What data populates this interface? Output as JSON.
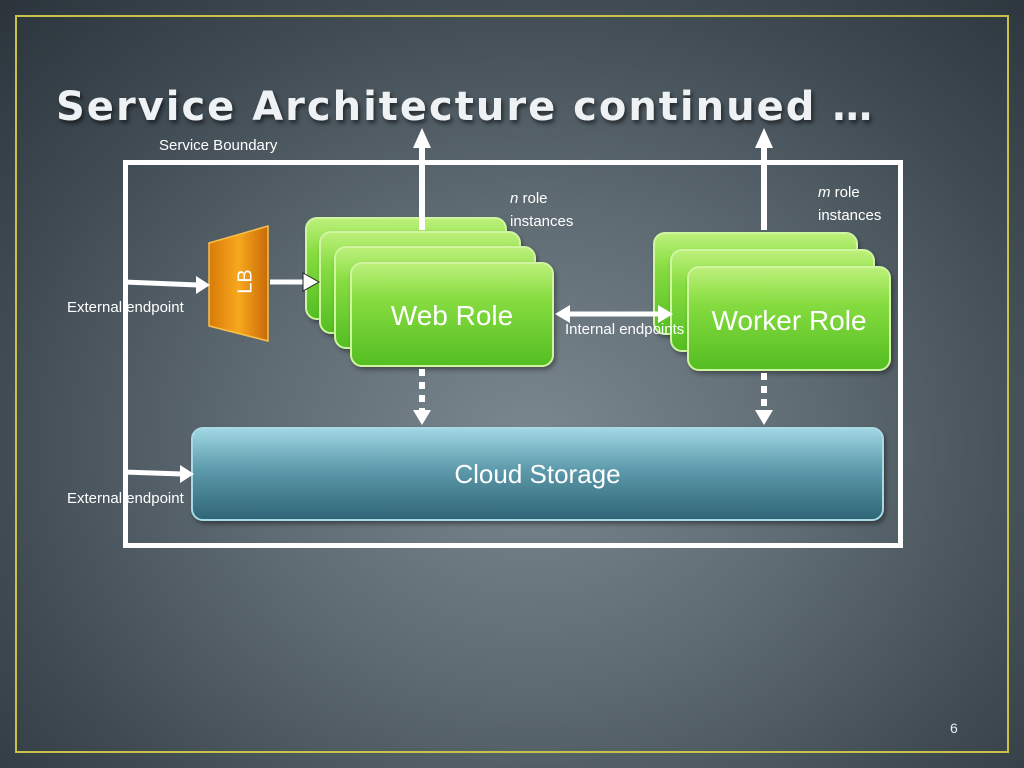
{
  "title": "Service Architecture continued …",
  "boundary_label": "Service Boundary",
  "web_role": {
    "label": "Web Role",
    "instances_var": "n",
    "instances_text": "role",
    "instances_text2": "instances"
  },
  "worker_role": {
    "label": "Worker Role",
    "instances_var": "m",
    "instances_text": "role",
    "instances_text2": "instances"
  },
  "load_balancer": "LB",
  "internal_endpoints": "Internal endpoints",
  "external_endpoint_top": "External endpoint",
  "external_endpoint_bottom": "External endpoint",
  "cloud_storage": "Cloud Storage",
  "page_number": "6",
  "colors": {
    "frame": "#c8c24a",
    "role_green": "#6fd034",
    "storage_teal": "#4e8797",
    "lb_orange": "#f09a16",
    "arrow": "#ffffff"
  }
}
